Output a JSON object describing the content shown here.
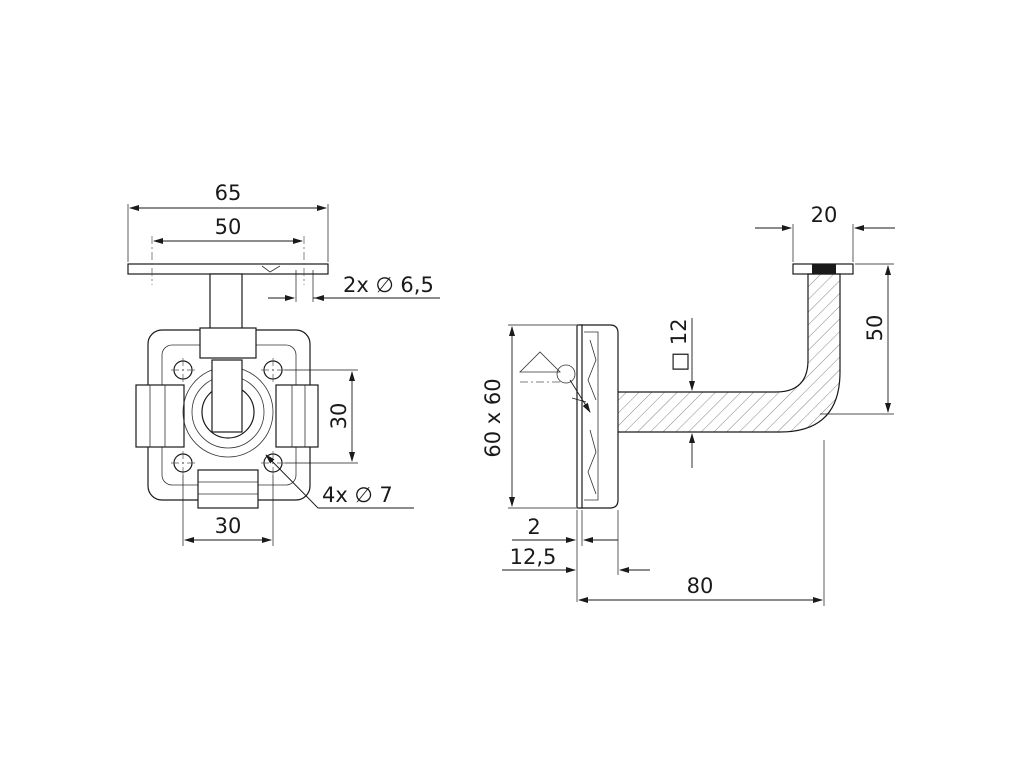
{
  "diagram": {
    "front_view": {
      "plate_width_label": "65",
      "hole_spacing_label": "50",
      "plate_holes_label": "2x ∅ 6,5",
      "base_vertical_spacing_label": "30",
      "base_holes_label": "4x ∅ 7",
      "base_horizontal_spacing_label": "30"
    },
    "side_view": {
      "saddle_width_label": "20",
      "height_label": "50",
      "bar_size_label": "□ 12",
      "base_size_label": "60 x 60",
      "thickness_label": "2",
      "offset_label": "12,5",
      "projection_label": "80"
    }
  }
}
